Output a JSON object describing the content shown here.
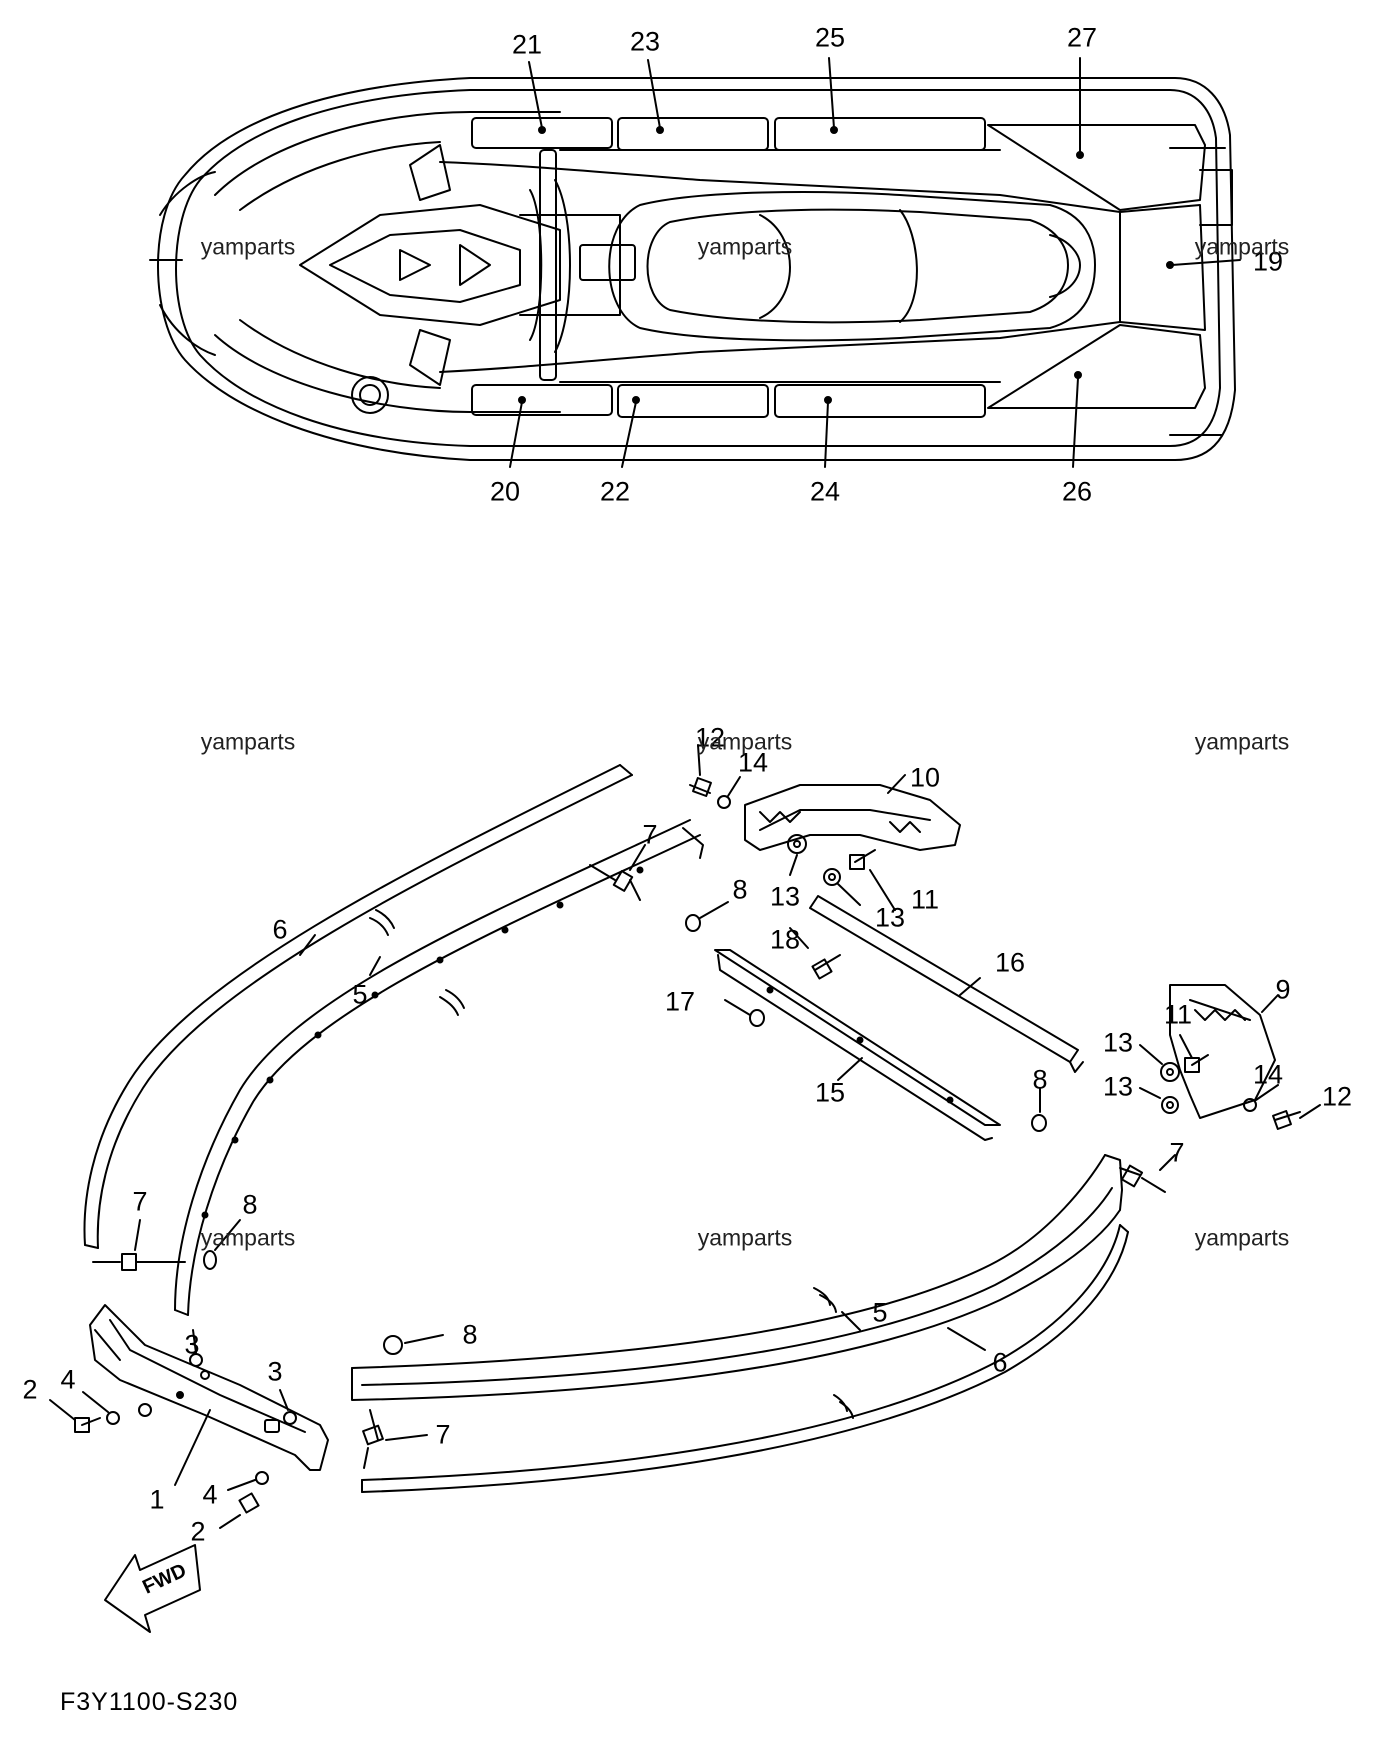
{
  "callouts": {
    "c19": "19",
    "c20": "20",
    "c21": "21",
    "c22": "22",
    "c23": "23",
    "c24": "24",
    "c25": "25",
    "c26": "26",
    "c27": "27",
    "c1": "1",
    "c2a": "2",
    "c2b": "2",
    "c3a": "3",
    "c3b": "3",
    "c4a": "4",
    "c4b": "4",
    "c5a": "5",
    "c5b": "5",
    "c6a": "6",
    "c6b": "6",
    "c7a": "7",
    "c7b": "7",
    "c7c": "7",
    "c7d": "7",
    "c8a": "8",
    "c8b": "8",
    "c8c": "8",
    "c8d": "8",
    "c9": "9",
    "c10": "10",
    "c11a": "11",
    "c11b": "11",
    "c12a": "12",
    "c12b": "12",
    "c13a": "13",
    "c13b": "13",
    "c13c": "13",
    "c13d": "13",
    "c14a": "14",
    "c14b": "14",
    "c15": "15",
    "c16": "16",
    "c17": "17",
    "c18": "18"
  },
  "watermark": "yamparts",
  "fwd_label": "FWD",
  "figure_code": "F3Y1100-S230"
}
